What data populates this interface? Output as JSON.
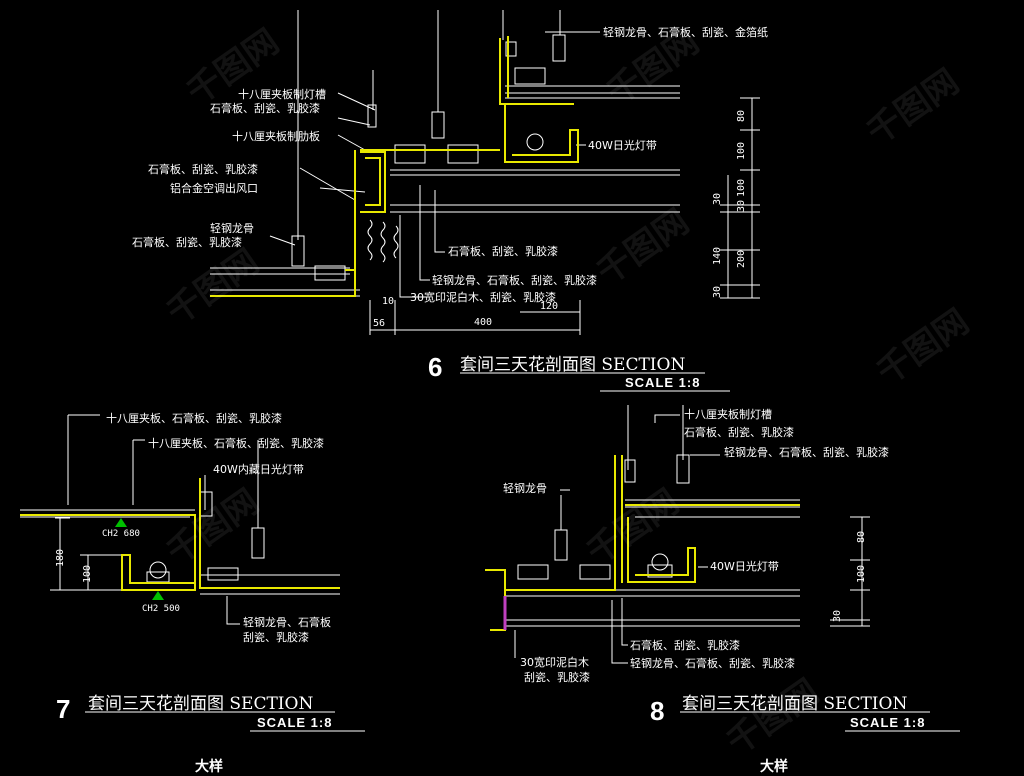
{
  "colors": {
    "background": "#000000",
    "outline": "#e8e800",
    "ceiling_line": "#ffffff",
    "magenta": "#c040c0",
    "marker": "#00c000"
  },
  "watermark_text": "千图网",
  "section6": {
    "number": "6",
    "title": "套间三天花剖面图 SECTION",
    "scale": "SCALE 1:8",
    "labels": [
      "轻钢龙骨、石膏板、刮瓷、金箔纸",
      "十八厘夹板制灯槽",
      "石膏板、刮瓷、乳胶漆",
      "十八厘夹板制肋板",
      "40W日光灯带",
      "石膏板、刮瓷、乳胶漆",
      "铝合金空调出风口",
      "轻钢龙骨",
      "石膏板、刮瓷、乳胶漆",
      "石膏板、刮瓷、乳胶漆",
      "轻钢龙骨、石膏板、刮瓷、乳胶漆",
      "30宽印泥白木、刮瓷、乳胶漆"
    ],
    "dims": [
      "80",
      "100",
      "100",
      "30",
      "30",
      "140",
      "200",
      "30",
      "10",
      "56",
      "400",
      "120"
    ]
  },
  "section7": {
    "number": "7",
    "title": "套间三天花剖面图 SECTION",
    "scale": "SCALE 1:8",
    "labels": [
      "十八厘夹板、石膏板、刮瓷、乳胶漆",
      "十八厘夹板、石膏板、刮瓷、乳胶漆",
      "40W内藏日光灯带",
      "轻钢龙骨、石膏板",
      "刮瓷、乳胶漆"
    ],
    "dims": [
      "180",
      "100"
    ],
    "elevations": [
      "CH2 680",
      "CH2 500"
    ]
  },
  "section8": {
    "number": "8",
    "title": "套间三天花剖面图 SECTION",
    "scale": "SCALE 1:8",
    "labels": [
      "十八厘夹板制灯槽",
      "石膏板、刮瓷、乳胶漆",
      "轻钢龙骨、石膏板、刮瓷、乳胶漆",
      "轻钢龙骨",
      "40W日光灯带",
      "石膏板、刮瓷、乳胶漆",
      "轻钢龙骨、石膏板、刮瓷、乳胶漆",
      "30宽印泥白木",
      "刮瓷、乳胶漆"
    ],
    "dims": [
      "80",
      "100",
      "30"
    ]
  },
  "footer": [
    "大样",
    "大样"
  ]
}
